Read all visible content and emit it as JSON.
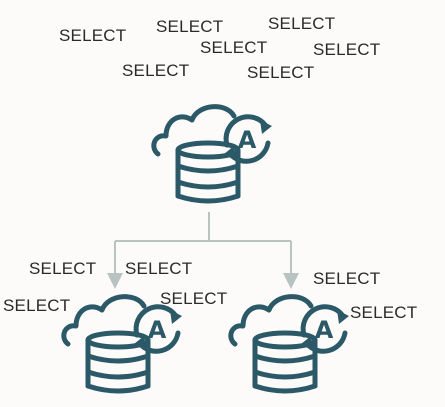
{
  "colors": {
    "icon": "#2c5967",
    "connector": "#b9c4c2",
    "background": "#fcfbfa",
    "text": "#2a2a2a"
  },
  "nodes": {
    "primary": {
      "icon": "cloud-database-autonomous-icon",
      "badge": "A",
      "queries": [
        "SELECT",
        "SELECT",
        "SELECT",
        "SELECT",
        "SELECT",
        "SELECT",
        "SELECT"
      ]
    },
    "replica_left": {
      "icon": "cloud-database-autonomous-icon",
      "badge": "A",
      "queries": [
        "SELECT",
        "SELECT",
        "SELECT",
        "SELECT"
      ]
    },
    "replica_right": {
      "icon": "cloud-database-autonomous-icon",
      "badge": "A",
      "queries": [
        "SELECT",
        "SELECT"
      ]
    }
  }
}
